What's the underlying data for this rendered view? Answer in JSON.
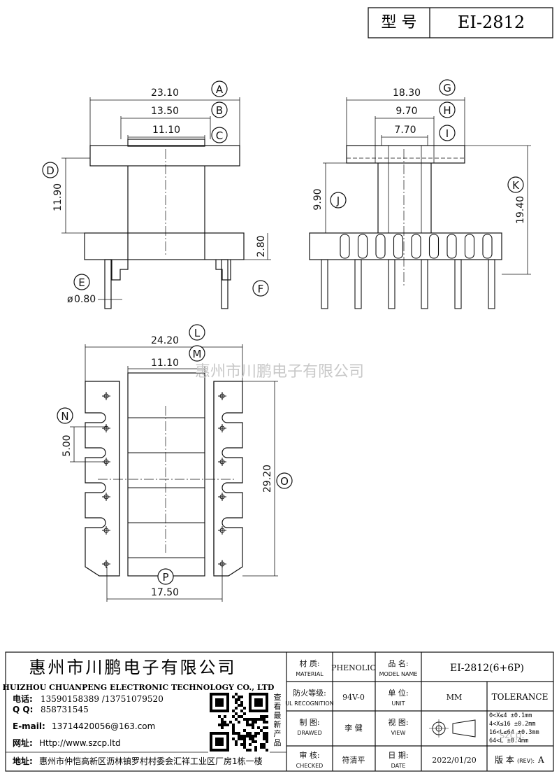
{
  "header": {
    "model_label": "型  号",
    "model_value": "EI-2812"
  },
  "view1": {
    "dims": {
      "a": "23.10",
      "b": "13.50",
      "c": "11.10",
      "d": "11.90",
      "e": "0.80",
      "f": "2.80"
    },
    "letters": [
      "A",
      "B",
      "C",
      "D",
      "E",
      "F"
    ],
    "diameter_prefix": "ø"
  },
  "view2": {
    "dims": {
      "g": "18.30",
      "h": "9.70",
      "i": "7.70",
      "j": "9.90",
      "k": "19.40"
    },
    "letters": [
      "G",
      "H",
      "I",
      "J",
      "K"
    ]
  },
  "view3": {
    "dims": {
      "l": "24.20",
      "m": "11.10",
      "n": "5.00",
      "o": "29.20",
      "p": "17.50"
    },
    "letters": [
      "L",
      "M",
      "N",
      "O",
      "P"
    ]
  },
  "watermark": "惠州市川鹏电子有限公司",
  "company": {
    "name_cn": "惠州市川鹏电子有限公司",
    "name_en": "HUIZHOU CHUANPENG ELECTRONIC TECHNOLOGY CO., LTD",
    "phone_label": "电话:",
    "phone": "13590158389 /13751079520",
    "qq_label": "Q Q:",
    "qq": "858731545",
    "email_label": "E-mail:",
    "email": "13714420056@163.com",
    "web_label": "网址:",
    "web": "Http://www.szcp.ltd",
    "addr_label": "地址:",
    "addr": "惠州市仲恺高新区沥林镇罗村村委会汇祥工业区厂房1栋一楼",
    "qr_caption": [
      "查",
      "看",
      "最",
      "新",
      "产",
      "品"
    ]
  },
  "title_block": {
    "material_cn": "材  质:",
    "material_en": "MATERIAL",
    "material_val": "PHENOLIC",
    "partname_cn": "品  名:",
    "partname_en": "MODEL NAME",
    "partname_val": "EI-2812(6+6P)",
    "flame_cn": "防火等级:",
    "flame_en": "UL RECOGNITION",
    "flame_val": "94V-0",
    "unit_cn": "单  位:",
    "unit_en": "UNIT",
    "unit_val": "MM",
    "tolerance_label": "TOLERANCE",
    "drawn_cn": "制  图:",
    "drawn_en": "DRAWED",
    "drawn_val": "李 健",
    "view_cn": "视  图:",
    "view_en": "VIEW",
    "tolerance_rows": [
      "0<X≤4   ±0.1mm",
      "4<X≤16  ±0.2mm",
      "16<L≤64 ±0.3mm",
      "64<L   ±0.4mm"
    ],
    "checked_cn": "审  核:",
    "checked_en": "CHECKED",
    "checked_val": "符清平",
    "date_cn": "日  期:",
    "date_en": "DATE",
    "date_val": "2022/01/20",
    "rev_cn": "版 本",
    "rev_en": "(REV):",
    "rev_val": "A",
    "faint_mark": "szcp."
  }
}
